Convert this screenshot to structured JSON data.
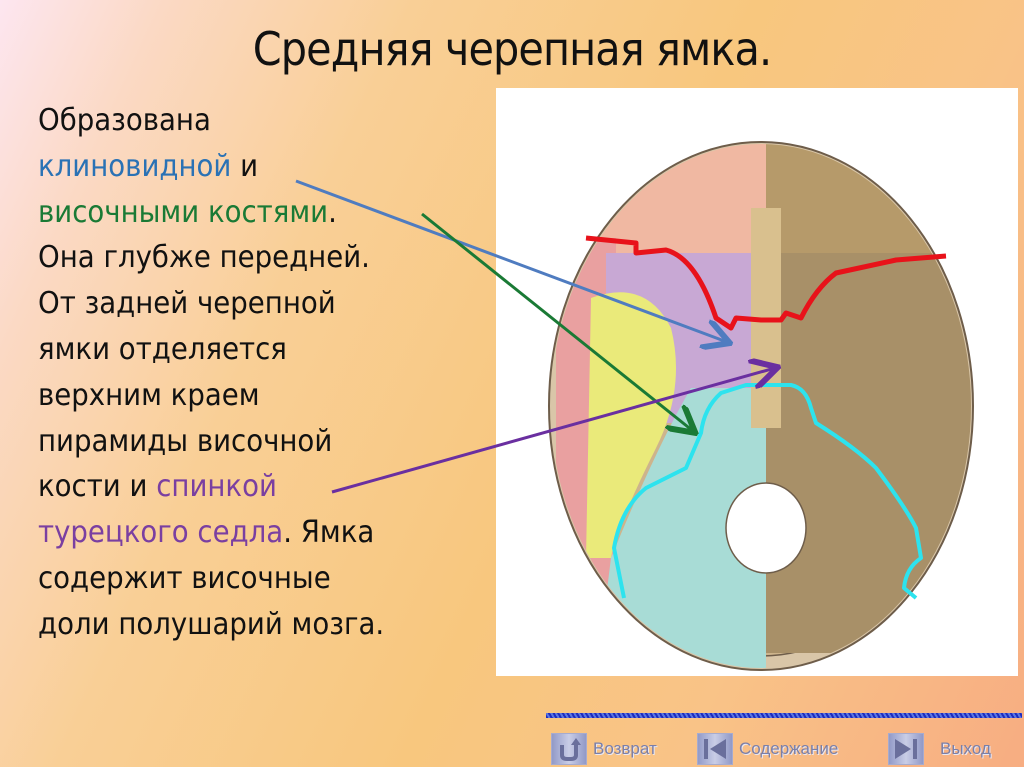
{
  "slide": {
    "title": "Средняя черепная ямка.",
    "body_lines": [
      [
        {
          "text": "Образована",
          "color": "default"
        }
      ],
      [
        {
          "text": "клиновидной",
          "color": "blue"
        },
        {
          "text": " и",
          "color": "default"
        }
      ],
      [
        {
          "text": "височными костями",
          "color": "green"
        },
        {
          "text": ".",
          "color": "default"
        }
      ],
      [
        {
          "text": "Она глубже передней.",
          "color": "default"
        }
      ],
      [
        {
          "text": "От задней черепной",
          "color": "default"
        }
      ],
      [
        {
          "text": "ямки отделяется",
          "color": "default"
        }
      ],
      [
        {
          "text": "верхним краем",
          "color": "default"
        }
      ],
      [
        {
          "text": "пирамиды височной",
          "color": "default"
        }
      ],
      [
        {
          "text": "кости и ",
          "color": "default"
        },
        {
          "text": "спинкой",
          "color": "purple"
        }
      ],
      [
        {
          "text": "турецкого седла",
          "color": "purple"
        },
        {
          "text": ". Ямка",
          "color": "default"
        }
      ],
      [
        {
          "text": "содержит височные",
          "color": "default"
        }
      ],
      [
        {
          "text": "доли полушарий мозга.",
          "color": "default"
        }
      ]
    ],
    "text_colors": {
      "default": "#111111",
      "blue": "#2a72b5",
      "green": "#1a7a35",
      "purple": "#7a3fa1"
    }
  },
  "figure": {
    "description": "Skull base (internal view) with colored bones; red line marks anterior border, cyan line marks posterior border of middle cranial fossa",
    "annotation_colors": {
      "anterior_border": "#e8121a",
      "posterior_border": "#2de3ee",
      "arrow_blue": "#4f7cc0",
      "arrow_green": "#1a7a35",
      "arrow_purple": "#6a2fa0"
    }
  },
  "navigation": {
    "back": {
      "label": "Возврат",
      "icon": "u-turn-arrow-icon"
    },
    "contents": {
      "label": "Содержание",
      "icon": "skip-back-icon"
    },
    "exit": {
      "label": "Выход",
      "icon": "skip-forward-icon"
    }
  }
}
